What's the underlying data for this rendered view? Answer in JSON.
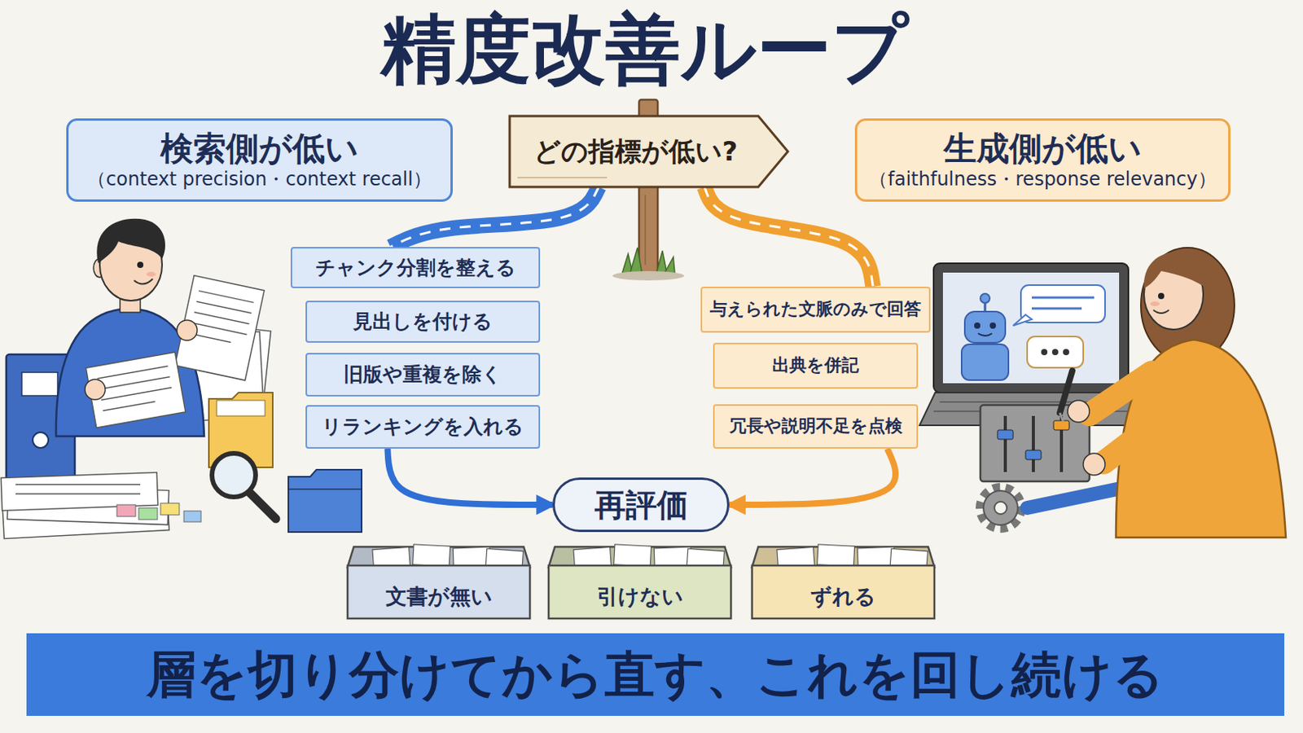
{
  "diagram": {
    "title": "精度改善ループ",
    "nodes": [
      {
        "text": [
          "検索側が低い",
          "（context precision・context recall）"
        ]
      },
      {
        "text": [
          "どの指標が低い?"
        ]
      },
      {
        "text": [
          "生成側が低い",
          "（faithfulness・response relevancy）"
        ]
      },
      {
        "text": [
          "チャンク分割を整える"
        ]
      },
      {
        "text": [
          "見出しを付ける"
        ]
      },
      {
        "text": [
          "旧版や重複を除く"
        ]
      },
      {
        "text": [
          "リランキングを入れる"
        ]
      },
      {
        "text": [
          "与えられた文脈のみで回答"
        ]
      },
      {
        "text": [
          "出典を併記"
        ]
      },
      {
        "text": [
          "冗長や説明不足を点検"
        ]
      },
      {
        "text": [
          "再評価"
        ]
      },
      {
        "text": [
          "文書が無い"
        ]
      },
      {
        "text": [
          "引けない"
        ]
      },
      {
        "text": [
          "ずれる"
        ]
      },
      {
        "text": [
          "層を切り分けてから直す、これを回し続ける"
        ]
      }
    ],
    "edges": [
      {
        "from": 1,
        "to": 3,
        "arrow": "none"
      },
      {
        "from": 1,
        "to": 7,
        "arrow": "none"
      },
      {
        "from": 6,
        "to": 10,
        "arrow": "to"
      },
      {
        "from": 9,
        "to": 10,
        "arrow": "to"
      }
    ]
  }
}
